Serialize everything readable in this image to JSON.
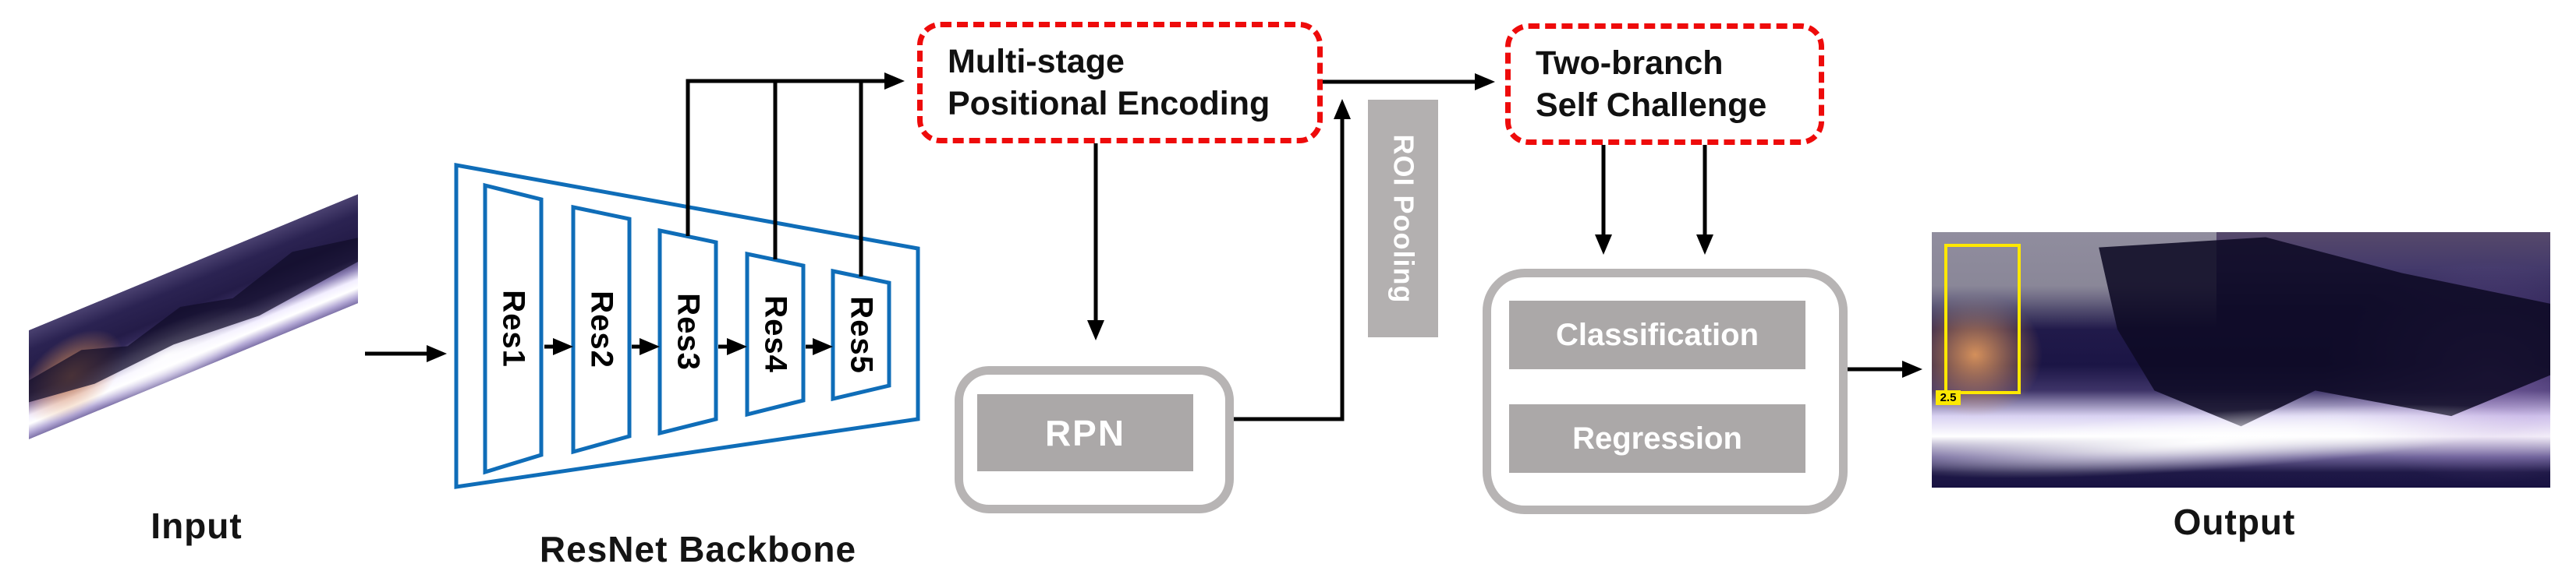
{
  "diagram": {
    "section_labels": {
      "input": "Input",
      "backbone": "ResNet Backbone",
      "output": "Output"
    },
    "res_blocks": [
      "Res1",
      "Res2",
      "Res3",
      "Res4",
      "Res5"
    ],
    "mspe": {
      "line1": "Multi-stage",
      "line2": "Positional Encoding"
    },
    "two_branch": {
      "line1": "Two-branch",
      "line2": "Self Challenge"
    },
    "rpn_label": "RPN",
    "roi_pooling_label": "ROI Pooling",
    "classification_label": "Classification",
    "regression_label": "Regression",
    "detection": {
      "score": "2.5"
    },
    "colors": {
      "backbone_blue": "#0f6db8",
      "dashed_red": "#ee0b0b",
      "gray_fill": "#aba8a8",
      "gray_border": "#b7b4b4",
      "roi_gray": "#b3b0b0",
      "bbox_yellow": "#ffe800",
      "line_black": "#000000"
    }
  }
}
